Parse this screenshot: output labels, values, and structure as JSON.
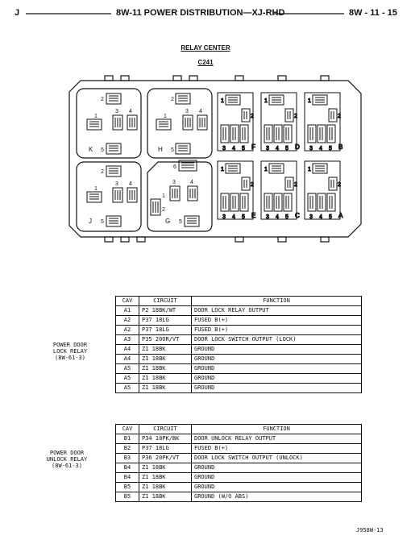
{
  "header": {
    "left": "J",
    "center": "8W-11 POWER DISTRIBUTION—XJ-RHD",
    "right": "8W - 11 - 15"
  },
  "diagram": {
    "title": "RELAY CENTER",
    "connector": "C241",
    "left_relays": [
      {
        "letter": "K",
        "pins": [
          "1",
          "2",
          "3",
          "4",
          "5"
        ]
      },
      {
        "letter": "H",
        "pins": [
          "1",
          "2",
          "3",
          "4",
          "5"
        ]
      },
      {
        "letter": "J",
        "pins": [
          "1",
          "2",
          "3",
          "4",
          "5"
        ]
      },
      {
        "letter": "G",
        "pins": [
          "1",
          "2",
          "3",
          "4",
          "5",
          "6"
        ]
      }
    ],
    "right_relays": [
      {
        "letter": "F"
      },
      {
        "letter": "D"
      },
      {
        "letter": "B"
      },
      {
        "letter": "E"
      },
      {
        "letter": "C"
      },
      {
        "letter": "A"
      }
    ],
    "right_pin_labels": [
      "1",
      "2",
      "3",
      "4",
      "5"
    ]
  },
  "tables": [
    {
      "label": [
        "POWER DOOR",
        "LOCK RELAY",
        "(8W-61-3)"
      ],
      "headers": [
        "CAV",
        "CIRCUIT",
        "FUNCTION"
      ],
      "rows": [
        [
          "A1",
          "P2 18BK/WT",
          "DOOR LOCK RELAY OUTPUT"
        ],
        [
          "A2",
          "P37 18LG",
          "FUSED B(+)"
        ],
        [
          "A2",
          "P37 18LG",
          "FUSED B(+)"
        ],
        [
          "A3",
          "P35 20OR/VT",
          "DOOR LOCK SWITCH OUTPUT (LOCK)"
        ],
        [
          "A4",
          "Z1 18BK",
          "GROUND"
        ],
        [
          "A4",
          "Z1 18BK",
          "GROUND"
        ],
        [
          "A5",
          "Z1 18BK",
          "GROUND"
        ],
        [
          "A5",
          "Z1 18BK",
          "GROUND"
        ],
        [
          "A5",
          "Z1 18BK",
          "GROUND"
        ]
      ]
    },
    {
      "label": [
        "POWER DOOR",
        "UNLOCK RELAY",
        "(8W-61-3)"
      ],
      "headers": [
        "CAV",
        "CIRCUIT",
        "FUNCTION"
      ],
      "rows": [
        [
          "B1",
          "P34 18PK/BK",
          "DOOR UNLOCK RELAY OUTPUT"
        ],
        [
          "B2",
          "P37 18LG",
          "FUSED B(+)"
        ],
        [
          "B3",
          "P36 20PK/VT",
          "DOOR LOCK SWITCH OUTPUT (UNLOCK)"
        ],
        [
          "B4",
          "Z1 18BK",
          "GROUND"
        ],
        [
          "B4",
          "Z1 18BK",
          "GROUND"
        ],
        [
          "B5",
          "Z1 18BK",
          "GROUND"
        ],
        [
          "B5",
          "Z1 18BK",
          "GROUND (W/O ABS)"
        ]
      ]
    }
  ],
  "footer": "J958W-13"
}
